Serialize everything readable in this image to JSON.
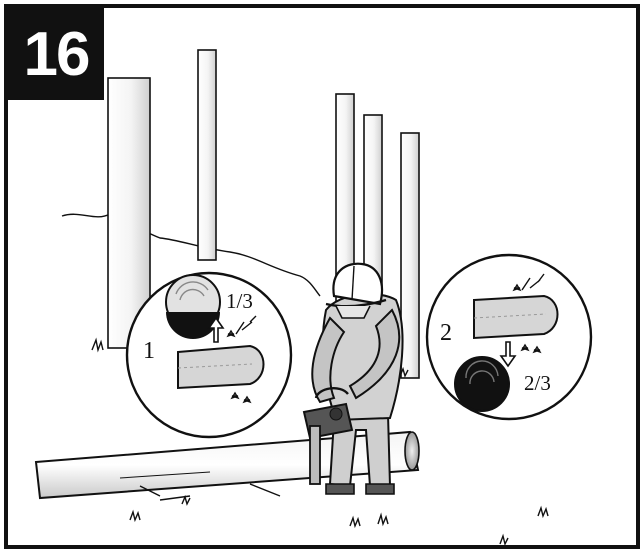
{
  "illustration": {
    "step_number": "16",
    "subject": "chainsaw-cutting-log",
    "left_inset": {
      "label": "1",
      "fraction": "1/3",
      "log_fill_fraction": 0.33,
      "arrow_direction": "up"
    },
    "right_inset": {
      "label": "2",
      "fraction": "2/3",
      "log_fill_fraction": 0.67,
      "arrow_direction": "down"
    },
    "colors": {
      "ink": "#111111",
      "tree_shade": "#d9d9d9",
      "log_shade": "#cfcfcf",
      "bar_shade": "#bdbdbd",
      "background": "#ffffff"
    }
  }
}
